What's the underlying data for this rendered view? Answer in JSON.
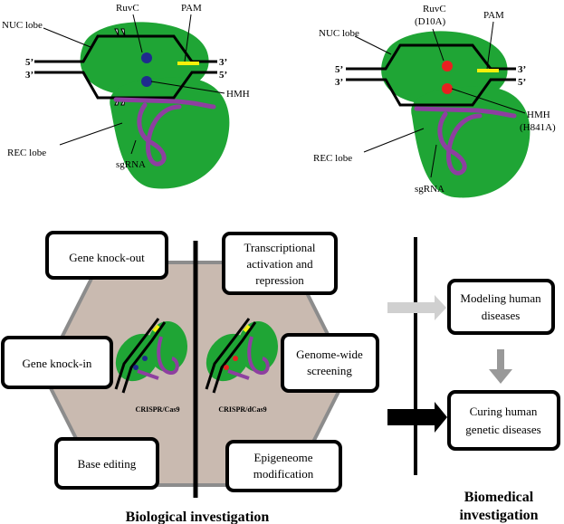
{
  "cas9": {
    "labels": {
      "nuc": "NUC lobe",
      "ruvc": "RuvC",
      "pam": "PAM",
      "hmh": "HMH",
      "rec": "REC lobe",
      "sgrna": "sgRNA",
      "five": "5’",
      "three": "3’"
    }
  },
  "dcas9": {
    "labels": {
      "nuc": "NUC lobe",
      "ruvc": "RuvC",
      "ruvc_mut": "(D10A)",
      "pam": "PAM",
      "hmh": "HMH",
      "hmh_mut": "(H841A)",
      "rec": "REC lobe",
      "sgrna": "sgRNA",
      "five": "5’",
      "three": "3’"
    }
  },
  "applications": {
    "left": [
      "Gene knock-out",
      "Gene knock-in",
      "Base editing"
    ],
    "right": [
      [
        "Transcriptional",
        "activation and",
        "repression"
      ],
      [
        "Genome-wide",
        "screening"
      ],
      [
        "Epigeneome",
        "modification"
      ]
    ],
    "center_left": "CRISPR/Cas9",
    "center_right": "CRISPR/dCas9",
    "section_title": "Biological investigation"
  },
  "biomedical": {
    "boxes": [
      [
        "Modeling human",
        "diseases"
      ],
      [
        "Curing human",
        "genetic diseases"
      ]
    ],
    "title": [
      "Biomedical",
      "investigation"
    ]
  },
  "colors": {
    "green": "#1fa535",
    "purple": "#8e3fa0",
    "yellow": "#f5f00a",
    "ruvc_wt": "#1f2b8e",
    "ruvc_mut": "#e82020",
    "hexagon": "#c9bab0",
    "hexagon_border": "#8c8c8c"
  }
}
